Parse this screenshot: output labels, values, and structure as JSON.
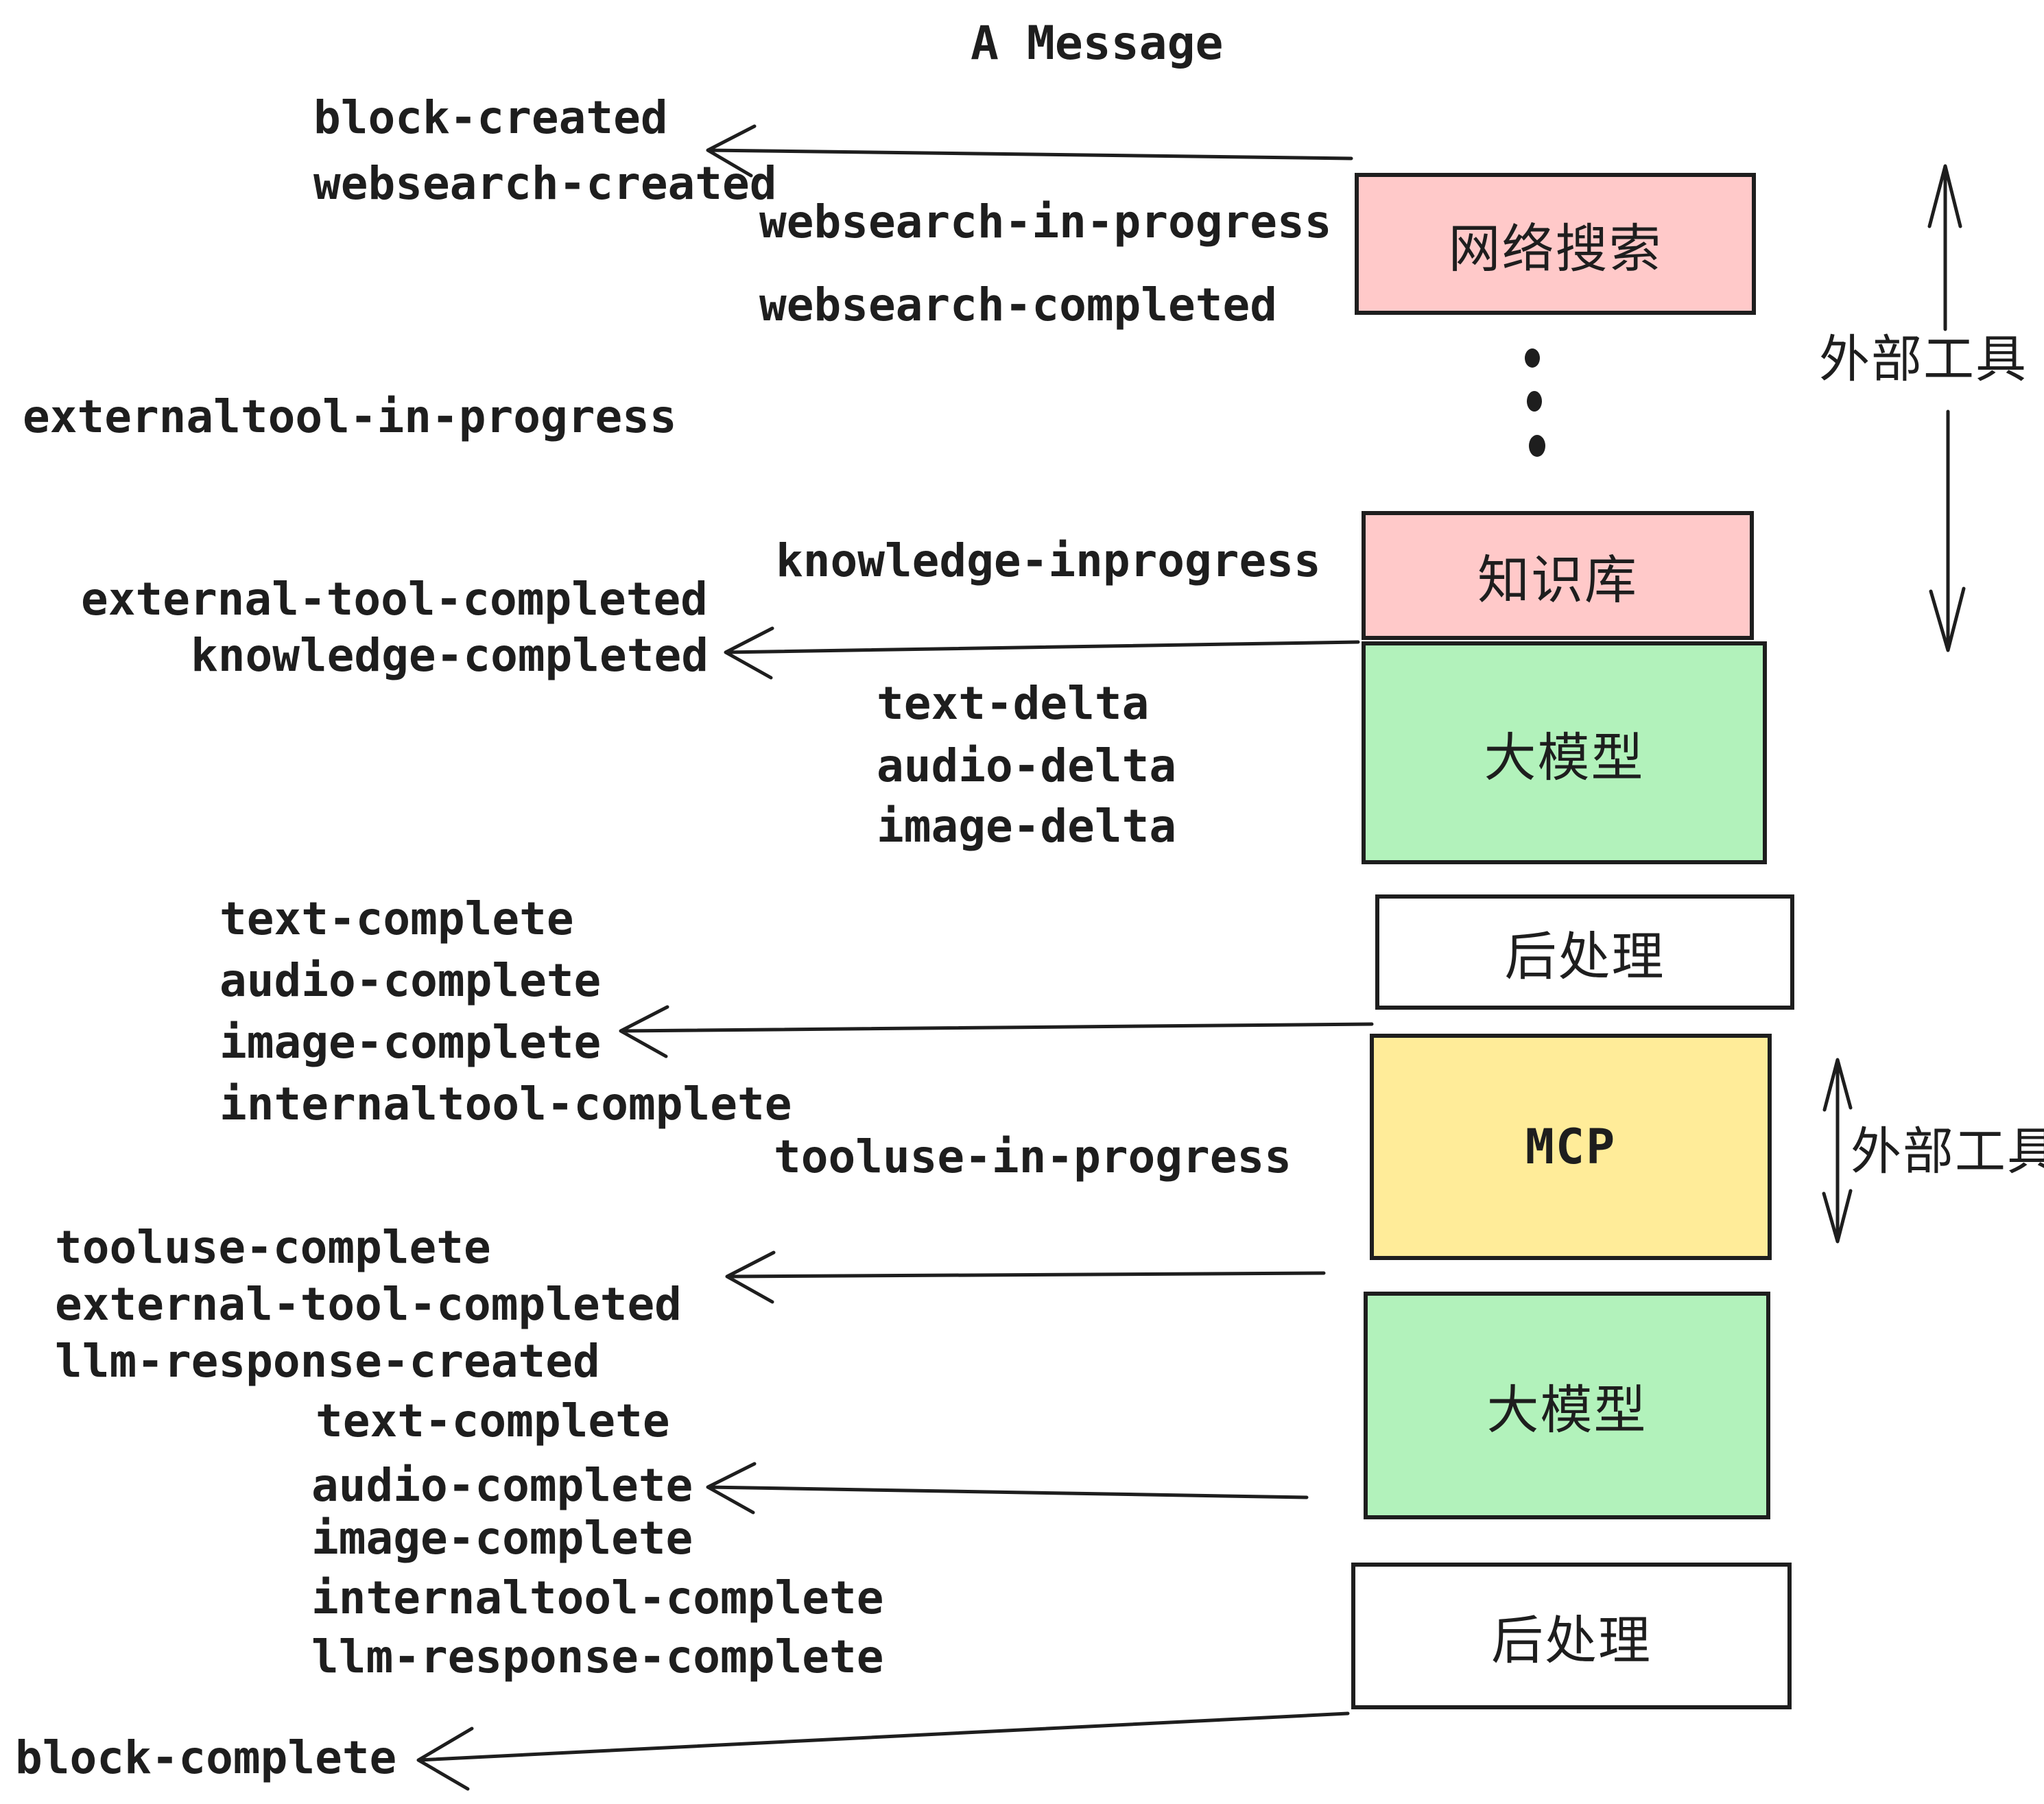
{
  "title": "A Message",
  "colors": {
    "ink": "#1e1e1e",
    "pink": "#ffc9c9",
    "green": "#b2f2bb",
    "yellow": "#ffec99",
    "white": "#ffffff"
  },
  "boxes": [
    {
      "id": "websearch",
      "label": "网络搜索",
      "color": "#ffc9c9"
    },
    {
      "id": "knowledge",
      "label": "知识库",
      "color": "#ffc9c9"
    },
    {
      "id": "llm-1",
      "label": "大模型",
      "color": "#b2f2bb"
    },
    {
      "id": "postprocess-1",
      "label": "后处理",
      "color": "#ffffff"
    },
    {
      "id": "mcp",
      "label": "MCP",
      "color": "#ffec99"
    },
    {
      "id": "llm-2",
      "label": "大模型",
      "color": "#b2f2bb"
    },
    {
      "id": "postprocess-2",
      "label": "后处理",
      "color": "#ffffff"
    }
  ],
  "events": [
    {
      "text": "block-created"
    },
    {
      "text": "websearch-created"
    },
    {
      "text": "websearch-in-progress"
    },
    {
      "text": "websearch-completed"
    },
    {
      "text": "externaltool-in-progress"
    },
    {
      "text": "knowledge-inprogress"
    },
    {
      "text": "external-tool-completed"
    },
    {
      "text": "knowledge-completed"
    },
    {
      "text": "text-delta"
    },
    {
      "text": "audio-delta"
    },
    {
      "text": "image-delta"
    },
    {
      "text": "text-complete"
    },
    {
      "text": "audio-complete"
    },
    {
      "text": "image-complete"
    },
    {
      "text": "internaltool-complete"
    },
    {
      "text": "tooluse-in-progress"
    },
    {
      "text": "tooluse-complete"
    },
    {
      "text": "external-tool-completed"
    },
    {
      "text": "llm-response-created"
    },
    {
      "text": "text-complete"
    },
    {
      "text": "audio-complete"
    },
    {
      "text": "image-complete"
    },
    {
      "text": "internaltool-complete"
    },
    {
      "text": "llm-response-complete"
    },
    {
      "text": "block-complete"
    }
  ],
  "side_labels": [
    {
      "text": "外部工具"
    },
    {
      "text": "外部工具"
    }
  ]
}
